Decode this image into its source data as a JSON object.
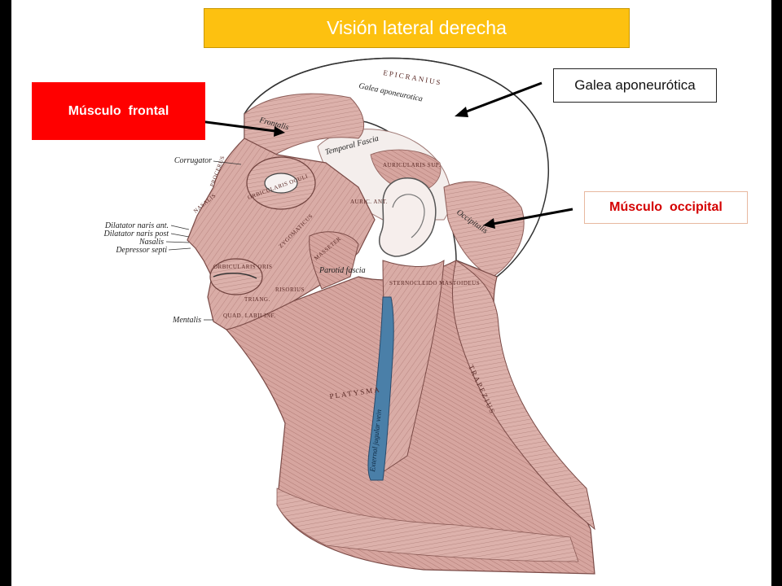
{
  "title": "Visión lateral derecha",
  "callouts": {
    "frontal": "Músculo  frontal",
    "galea": "Galea aponeurótica",
    "occipital": "Músculo  occipital"
  },
  "diagram_labels": {
    "corrugator": "Corrugator",
    "dilatator_ant": "Dilatator naris ant.",
    "dilatator_post": "Dilatator naris post",
    "nasalis": "Nasalis",
    "depressor_septi": "Depressor septi",
    "mentalis": "Mentalis",
    "epicranius": "EPICRANIUS",
    "galea_in_figure": "Galea aponeurotica",
    "frontalis": "Frontalis",
    "temporal_fascia": "Temporal Fascia",
    "occipitalis": "Occipitalis",
    "auricularis_sup": "AURICULARIS SUP.",
    "auricularis_ant": "AURIC. ANT.",
    "orbicularis_oculi": "ORBICULARIS OCULI",
    "procerus": "PROCERUS",
    "nasalis_cap": "NASALIS",
    "orbicularis_oris": "ORBICULARIS ORIS",
    "zygomaticus": "ZYGOMATICUS",
    "masseter": "MASSETER",
    "parotid_fascia": "Parotid fascia",
    "risorius": "RISORIUS",
    "triang": "TRIANG.",
    "quad_labii_inf": "QUAD. LABII INF.",
    "sternocleido": "STERNOCLEIDO MASTOIDEUS",
    "platysma": "PLATYSMA",
    "trapezius": "TRAPEZIUS",
    "external_jugular": "External jugular vein"
  },
  "colors": {
    "title_bg": "#fdc110",
    "frontal_bg": "#ff0000",
    "occipital_text": "#d40000",
    "muscle": "#d7a9a3",
    "vein": "#4a7fa8"
  }
}
